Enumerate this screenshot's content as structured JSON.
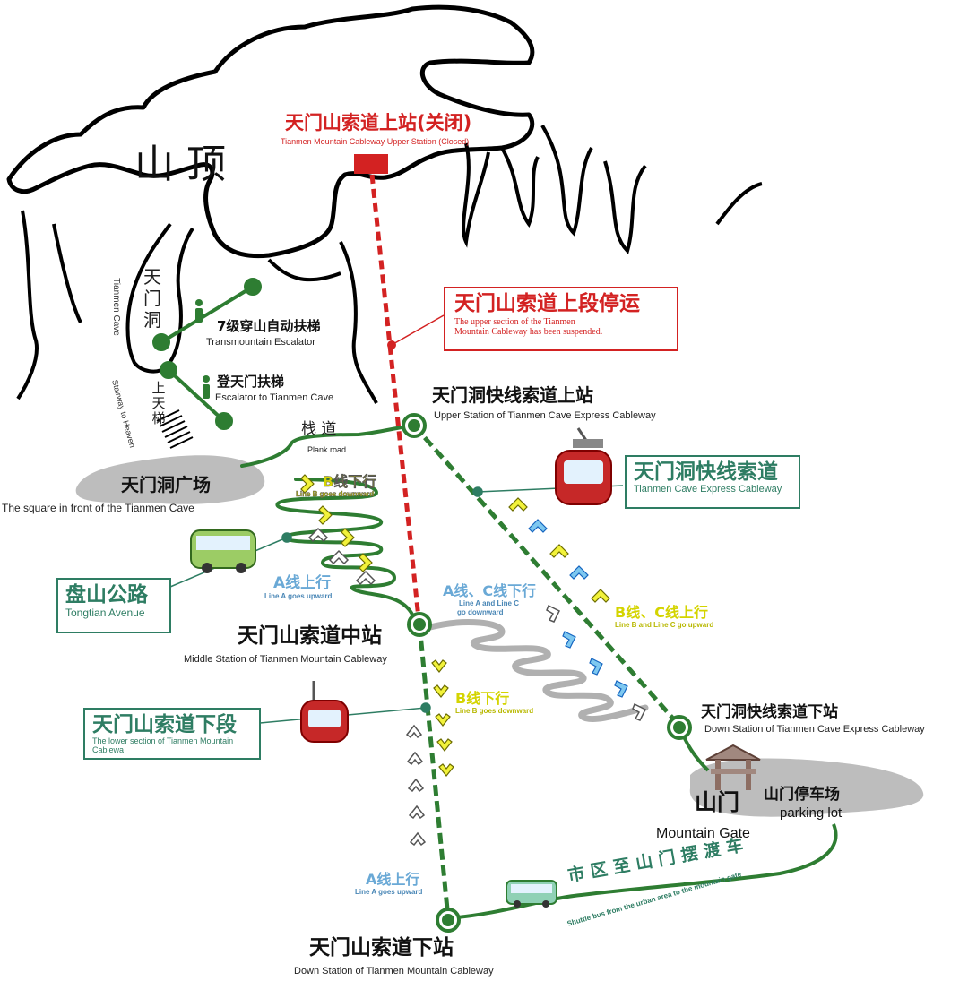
{
  "summit": {
    "label": "山 顶"
  },
  "upper_station": {
    "zh": "天门山索道上站(关闭)",
    "en": "Tianmen Mountain Cableway Upper Station (Closed)"
  },
  "suspended_notice": {
    "zh": "天门山索道上段停运",
    "en_line1": "The upper section of the Tianmen",
    "en_line2": "Mountain Cableway has been suspended."
  },
  "cave": {
    "zh_1": "天",
    "zh_2": "门",
    "zh_3": "洞",
    "en": "Tianmen Cave"
  },
  "escalator_7": {
    "zh": "7级穿山自动扶梯",
    "en": "Transmountain Escalator"
  },
  "escalator_cave": {
    "zh": "登天门扶梯",
    "en": "Escalator to Tianmen Cave"
  },
  "stairway": {
    "zh": "上天梯",
    "en": "Stairway to Heaven"
  },
  "plank_road": {
    "zh": "栈 道",
    "en": "Plank road"
  },
  "express_upper": {
    "zh": "天门洞快线索道上站",
    "en": "Upper Station of Tianmen Cave Express Cableway"
  },
  "express_cableway": {
    "zh": "天门洞快线索道",
    "en": "Tianmen Cave Express Cableway"
  },
  "square": {
    "zh": "天门洞广场",
    "en": "The square in front of the Tianmen Cave"
  },
  "avenue": {
    "zh": "盘山公路",
    "en": "Tongtian Avenue"
  },
  "middle_station": {
    "zh": "天门山索道中站",
    "en": "Middle Station of Tianmen Mountain Cableway"
  },
  "lower_section": {
    "zh": "天门山索道下段",
    "en": "The lower section of Tianmen Mountain Cablewa"
  },
  "express_down": {
    "zh": "天门洞快线索道下站",
    "en": "Down Station of Tianmen Cave Express Cableway"
  },
  "gate": {
    "zh": "山门",
    "en": "Mountain Gate"
  },
  "parking": {
    "zh": "山门停车场",
    "en": "parking lot"
  },
  "shuttle": {
    "zh": "市 区 至 山 门 摆 渡 车",
    "en": "Shuttle bus from the urban area to the mountain gate"
  },
  "down_station": {
    "zh": "天门山索道下站",
    "en": "Down Station of Tianmen Mountain Cableway"
  },
  "lines": {
    "b_down_1": {
      "zh": "B线下行",
      "en": "Line B goes downward"
    },
    "a_up_1": {
      "zh": "A线上行",
      "en": "Line A goes upward"
    },
    "ac_down": {
      "zh": "A线、C线下行",
      "en_1": "Line A and Line C",
      "en_2": "go downward"
    },
    "bc_up": {
      "zh": "B线、C线上行",
      "en": "Line B and Line C go upward"
    },
    "b_down_2": {
      "zh": "B线下行",
      "en": "Line B goes downward"
    },
    "a_up_2": {
      "zh": "A线上行",
      "en": "Line A goes upward"
    }
  },
  "colors": {
    "green": "#2e7d32",
    "teal": "#2e7d63",
    "red": "#d32222",
    "yellow": "#f2f23a",
    "blue": "#7ec8f0",
    "gray": "#bdbdbd"
  }
}
